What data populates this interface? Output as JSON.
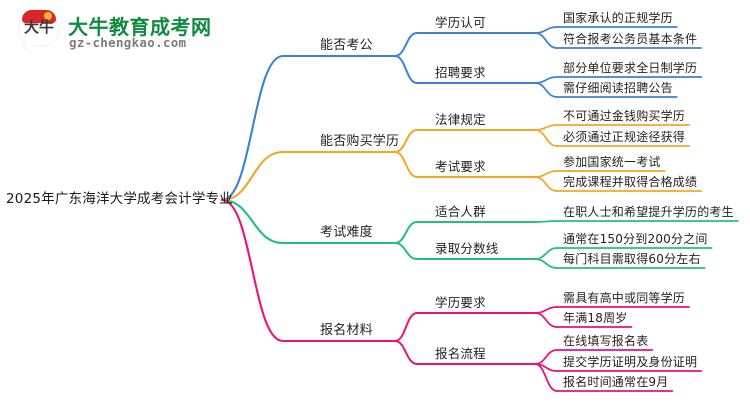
{
  "logo": {
    "badge_text": "大牛",
    "brand": "大牛教育成考网",
    "site": "gz-chengkao.com",
    "badge_color": "#d8262b",
    "brand_color": "#108a3f",
    "site_color": "#7c7c7c"
  },
  "mindmap": {
    "root": "2025年广东海洋大学成考会计学专业",
    "branches": [
      {
        "label": "能否考公",
        "color": "#3b82d6",
        "children": [
          {
            "label": "学历认可",
            "leaves": [
              "国家承认的正规学历",
              "符合报考公务员基本条件"
            ]
          },
          {
            "label": "招聘要求",
            "leaves": [
              "部分单位要求全日制学历",
              "需仔细阅读招聘公告"
            ]
          }
        ]
      },
      {
        "label": "能否购买学历",
        "color": "#f5a623",
        "children": [
          {
            "label": "法律规定",
            "leaves": [
              "不可通过金钱购买学历",
              "必须通过正规途径获得"
            ]
          },
          {
            "label": "考试要求",
            "leaves": [
              "参加国家统一考试",
              "完成课程并取得合格成绩"
            ]
          }
        ]
      },
      {
        "label": "考试难度",
        "color": "#22c07e",
        "children": [
          {
            "label": "适合人群",
            "leaves": [
              "在职人士和希望提升学历的考生"
            ]
          },
          {
            "label": "录取分数线",
            "leaves": [
              "通常在150分到200分之间",
              "每门科目需取得60分左右"
            ]
          }
        ]
      },
      {
        "label": "报名材料",
        "color": "#ec0f7d",
        "children": [
          {
            "label": "学历要求",
            "leaves": [
              "需具有高中或同等学历",
              "年满18周岁"
            ]
          },
          {
            "label": "报名流程",
            "leaves": [
              "在线填写报名表",
              "提交学历证明及身份证明",
              "报名时间通常在9月"
            ]
          }
        ]
      }
    ]
  }
}
